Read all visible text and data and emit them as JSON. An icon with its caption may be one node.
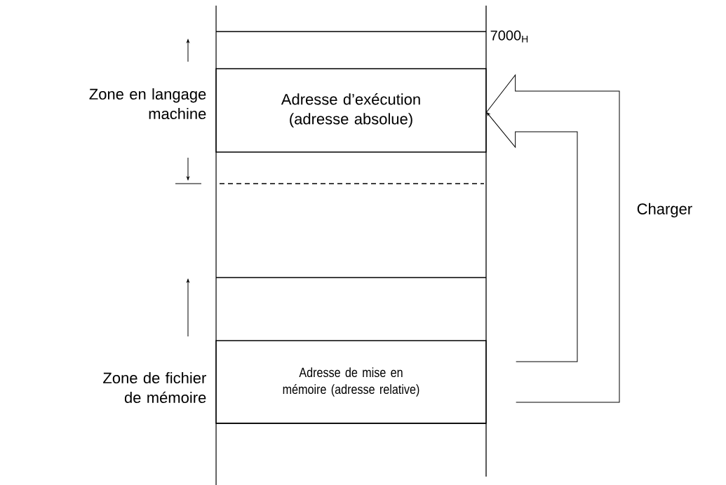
{
  "diagram": {
    "nodes": [
      {
        "text": [
          "Adresse d’exécution (adresse absolue)"
        ],
        "beside": [
          "Zone en langage machine"
        ]
      },
      {
        "text": [
          "Adresse de mise en mémoire (adresse relative)"
        ],
        "beside": [
          "Zone de fichier de mémoire"
        ]
      }
    ],
    "edges": [
      {
        "from": 1,
        "to": 0,
        "arrow": "to",
        "label": "Charger"
      }
    ],
    "labels": [
      "7000$_{H}$"
    ]
  }
}
